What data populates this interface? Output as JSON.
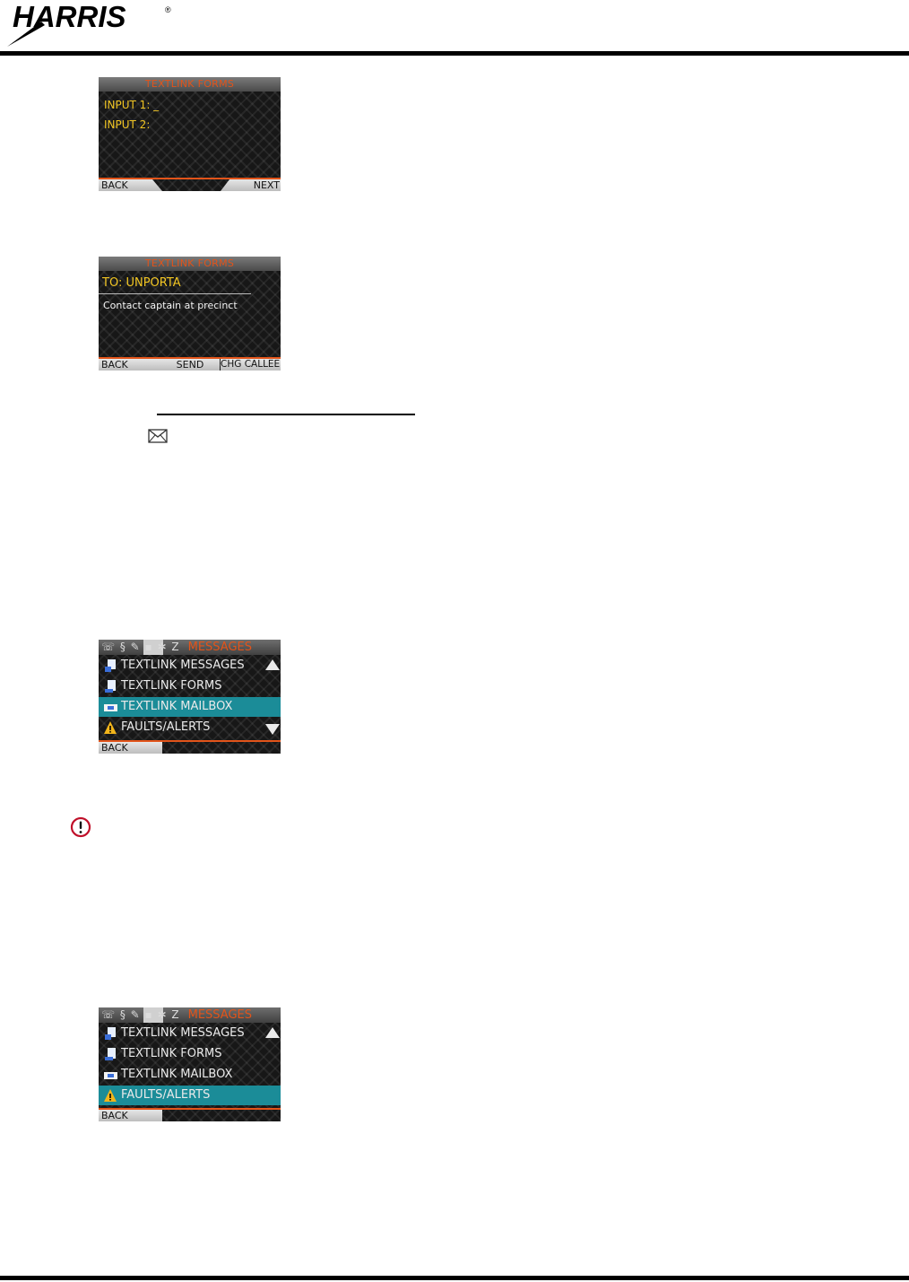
{
  "header": {
    "brand": "HARRIS"
  },
  "screen1": {
    "title": "TEXTLINK FORMS",
    "lines": [
      "INPUT 1: _",
      "INPUT 2:"
    ],
    "softkeys": {
      "left": "BACK",
      "right": "NEXT"
    }
  },
  "screen2": {
    "title": "TEXTLINK FORMS",
    "to_line": "TO:  UNPORTA",
    "message": "Contact captain at precinct",
    "softkeys": {
      "left": "BACK",
      "center": "SEND",
      "right": "CHG CALLEE"
    }
  },
  "screen3": {
    "header_title": "MESSAGES",
    "items": [
      "TEXTLINK MESSAGES",
      "TEXTLINK FORMS",
      "TEXTLINK MAILBOX",
      "FAULTS/ALERTS"
    ],
    "selected": "TEXTLINK MAILBOX",
    "softkeys": {
      "left": "BACK"
    }
  },
  "screen4": {
    "header_title": "MESSAGES",
    "items": [
      "TEXTLINK MESSAGES",
      "TEXTLINK FORMS",
      "TEXTLINK MAILBOX",
      "FAULTS/ALERTS"
    ],
    "selected": "FAULTS/ALERTS",
    "softkeys": {
      "left": "BACK"
    }
  },
  "colors": {
    "title_orange": "#e2541a",
    "field_yellow": "#f2c623",
    "selection_teal": "#1b8c98"
  },
  "icons": [
    "harris-logo",
    "envelope-icon",
    "caution-icon",
    "warning-icon",
    "form-icon",
    "mailbox-icon"
  ]
}
